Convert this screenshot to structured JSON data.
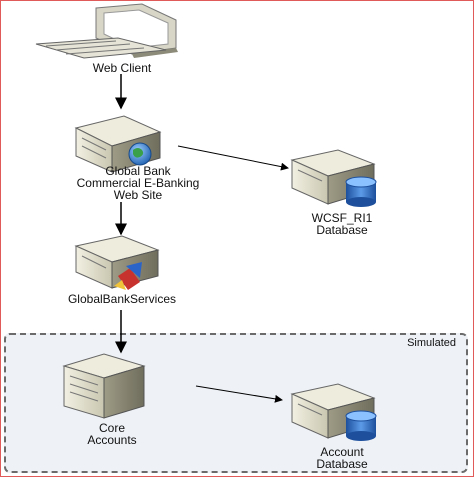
{
  "nodes": {
    "web_client": {
      "label": "Web Client",
      "icon": "desktop-computer-icon"
    },
    "web_site": {
      "label_lines": [
        "Global Bank",
        "Commercial E-Banking",
        "Web Site"
      ],
      "icon": "web-server-globe-icon"
    },
    "wcsf_db": {
      "label_lines": [
        "WCSF_RI1",
        "Database"
      ],
      "icon": "database-server-icon"
    },
    "services": {
      "label": "GlobalBankServices",
      "icon": "service-server-icon"
    },
    "core_accounts": {
      "label_lines": [
        "Core",
        "Accounts"
      ],
      "icon": "tower-server-icon"
    },
    "account_db": {
      "label_lines": [
        "Account",
        "Database"
      ],
      "icon": "database-server-icon"
    }
  },
  "region": {
    "label": "Simulated"
  },
  "colors": {
    "frame": "#e05a5a",
    "region_fill": "#eef2f7",
    "server_body": "#d9d7c4",
    "server_dark": "#6f6d5c",
    "db_cylinder": "#2f6fc8",
    "globe": "#2e7dd1",
    "arrow": "#000000"
  }
}
